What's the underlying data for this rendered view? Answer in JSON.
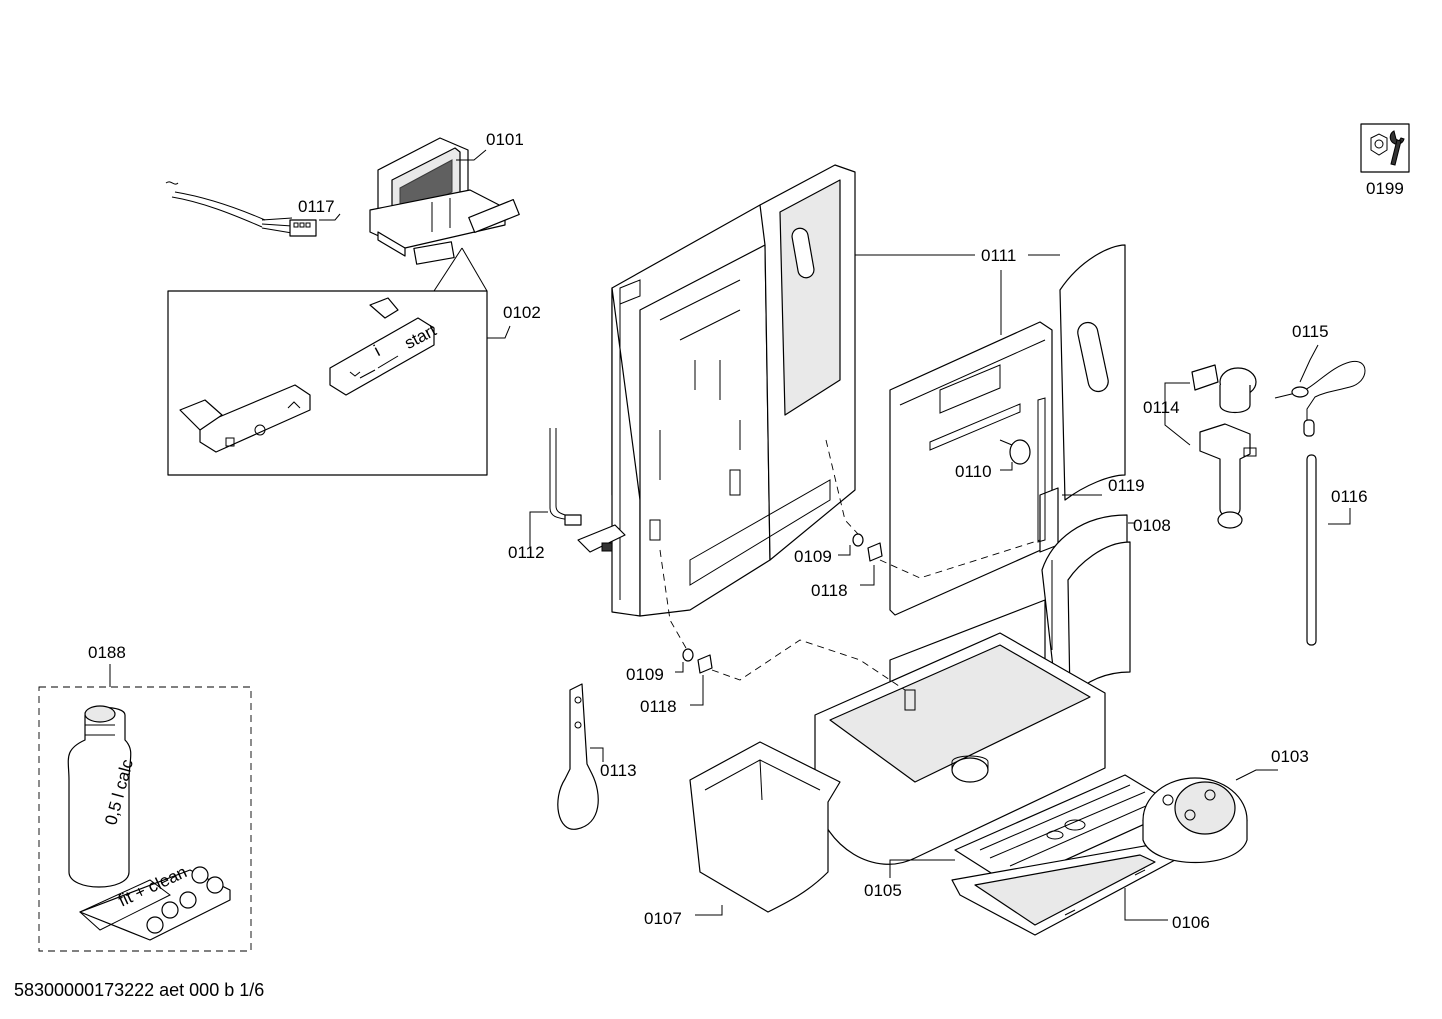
{
  "diagram": {
    "labels": {
      "l0101": "0101",
      "l0117": "0117",
      "l0102": "0102",
      "l0111": "0111",
      "l0115": "0115",
      "l0114": "0114",
      "l0110": "0110",
      "l0119": "0119",
      "l0108": "0108",
      "l0116": "0116",
      "l0112": "0112",
      "l0109a": "0109",
      "l0118a": "0118",
      "l0109b": "0109",
      "l0118b": "0118",
      "l0188": "0188",
      "l0113": "0113",
      "l0103": "0103",
      "l0105": "0105",
      "l0107": "0107",
      "l0106": "0106",
      "l0199": "0199"
    },
    "part_text": {
      "start_key": "start",
      "info_key": "i",
      "bottle_label": "0,5 l calc",
      "tablet_label": "fit + clean"
    }
  },
  "footer": {
    "code": "58300000173222 aet 000 b 1/6"
  }
}
